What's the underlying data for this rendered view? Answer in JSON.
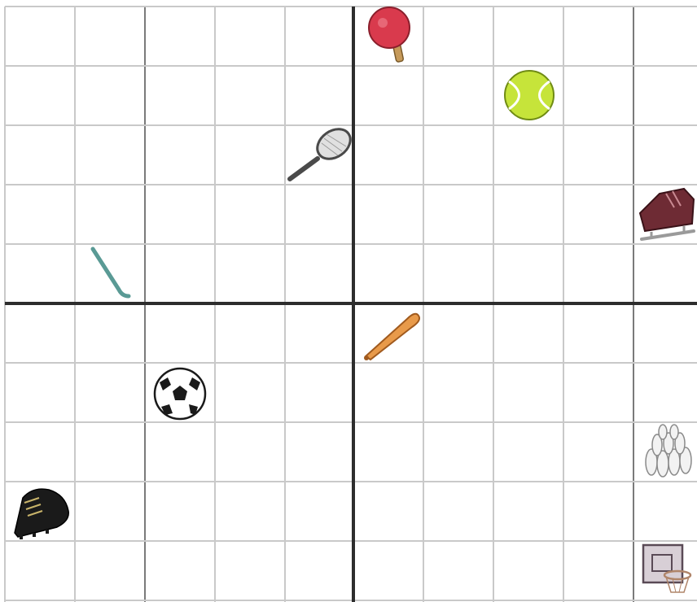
{
  "grid": {
    "columns": 10,
    "rows": 10
  },
  "items": [
    {
      "name": "ping-pong-paddle",
      "col": 5,
      "row": 0
    },
    {
      "name": "tennis-ball",
      "col": 7,
      "row": 1
    },
    {
      "name": "tennis-racket",
      "col": 4,
      "row": 2
    },
    {
      "name": "ice-skate",
      "col": 9,
      "row": 3
    },
    {
      "name": "hockey-stick",
      "col": 1,
      "row": 4
    },
    {
      "name": "baseball-bat",
      "col": 5,
      "row": 5
    },
    {
      "name": "soccer-ball",
      "col": 2,
      "row": 6
    },
    {
      "name": "bowling-pins",
      "col": 9,
      "row": 7
    },
    {
      "name": "cleat-shoe",
      "col": 0,
      "row": 8
    },
    {
      "name": "basketball-hoop",
      "col": 9,
      "row": 9
    }
  ]
}
